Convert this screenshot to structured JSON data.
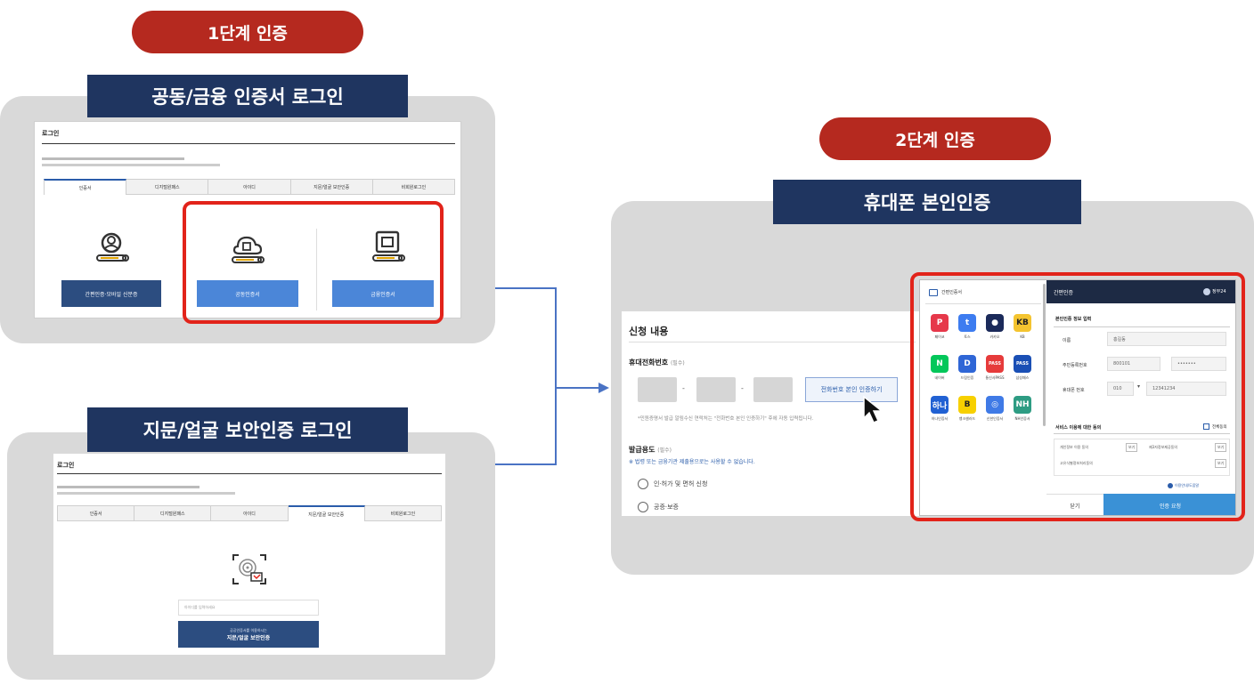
{
  "step1": {
    "pill": "1단계 인증",
    "title_top": "공동/금융 인증서 로그인",
    "title_bottom": "지문/얼굴 보안인증 로그인"
  },
  "step2": {
    "pill": "2단계 인증",
    "title": "휴대폰 본인인증"
  },
  "login_top": {
    "heading": "로그인",
    "tabs": [
      "인증서",
      "디지털원패스",
      "아이디",
      "지문/얼굴 보안인증",
      "비회원로그인"
    ],
    "buttons": [
      "간편인증·모바일 신분증",
      "공동인증서",
      "금융인증서"
    ],
    "colors": {
      "dark_button": "#2c4d80",
      "light_button": "#4b86d8",
      "highlight": "#e2231a"
    }
  },
  "login_bottom": {
    "heading": "로그인",
    "tabs": [
      "인증서",
      "디지털원패스",
      "아이디",
      "지문/얼굴 보안인증",
      "비회원로그인"
    ],
    "id_placeholder": "아이디를 입력하세요",
    "button_line1": "공공인증서를 이용하시는",
    "button_line2": "지문/얼굴 보안인증"
  },
  "application": {
    "title": "신청 내용",
    "phone_label": "휴대전화번호",
    "required": "(필수)",
    "dash": "-",
    "verify_button": "전화번호 본인 인증하기",
    "note": "*민원증명서 발급 알림수신 연락처는 \"전화번호 본인 인증하기\" 후에 자동 입력됩니다.",
    "purpose_label": "발급용도",
    "purpose_note": "※ 법령 또는 금융기관 제출용으로는 사용할 수 없습니다.",
    "options": [
      "인·허가 및 면허 신청",
      "공증·보증"
    ]
  },
  "auth_popup": {
    "left_title": "간편인증서",
    "apps": [
      {
        "name": "페이코",
        "color": "#e6384a",
        "glyph": "P"
      },
      {
        "name": "토스",
        "color": "#3d7cf0",
        "glyph": "t"
      },
      {
        "name": "카카오",
        "color": "#1b2a5a",
        "glyph": "●"
      },
      {
        "name": "KB",
        "color": "#f4c430",
        "glyph": "KB"
      },
      {
        "name": "네이버",
        "color": "#03c75a",
        "glyph": "N"
      },
      {
        "name": "드림인증",
        "color": "#2f66d6",
        "glyph": "D"
      },
      {
        "name": "통신사PASS",
        "color": "#e63b3b",
        "glyph": "PASS"
      },
      {
        "name": "삼성패스",
        "color": "#1a4fb5",
        "glyph": "PASS"
      },
      {
        "name": "하나인증서",
        "color": "#2161d3",
        "glyph": "하나"
      },
      {
        "name": "뱅크샐러드",
        "color": "#f7d000",
        "glyph": "B"
      },
      {
        "name": "신한인증서",
        "color": "#3f7ae6",
        "glyph": "◎"
      },
      {
        "name": "NH인증서",
        "color": "#2e9c83",
        "glyph": "NH"
      }
    ],
    "right_title": "간편인증",
    "brand": "정부24",
    "section": "본인인증 정보 입력",
    "fields": [
      {
        "label": "이름",
        "value": "홍길동"
      },
      {
        "label": "주민등록번호",
        "value": "800101",
        "value2": "•••••••"
      },
      {
        "label": "휴대폰 번호",
        "value": "010",
        "value2": "12341234"
      }
    ],
    "agree_title": "서비스 이용에 대한 동의",
    "agree_all": "전체동의",
    "agree_items": [
      "개인정보 이용 동의",
      "제3자정보제공동의",
      "고유식별정보처리동의"
    ],
    "view": "보기",
    "help": "이용안내/도움말",
    "cancel": "닫기",
    "request": "인증 요청"
  }
}
